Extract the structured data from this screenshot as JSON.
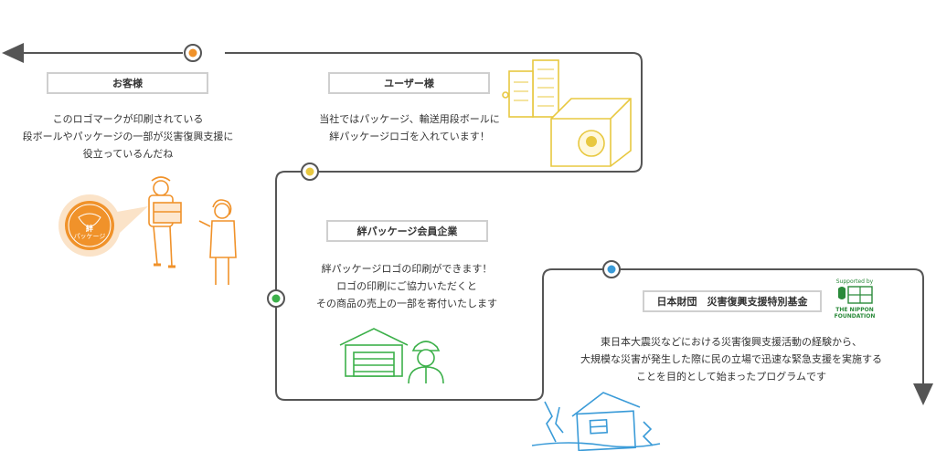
{
  "stages": {
    "customer": {
      "label": "お客様",
      "lines": [
        "このロゴマークが印刷されている",
        "段ボールやパッケージの一部が災害復興支援に",
        "役立っているんだね"
      ],
      "icon": "customer-receiving-package-illustration",
      "color": "#f0922a"
    },
    "user": {
      "label": "ユーザー様",
      "lines": [
        "当社ではパッケージ、輸送用段ボールに",
        "絆パッケージロゴを入れています！"
      ],
      "icon": "building-and-box-illustration",
      "color": "#e8c840"
    },
    "member": {
      "label": "絆パッケージ会員企業",
      "lines": [
        "絆パッケージロゴの印刷ができます！",
        "ロゴの印刷にご協力いただくと",
        "その商品の売上の一部を寄付いたします"
      ],
      "icon": "factory-and-worker-illustration",
      "color": "#3cb04a"
    },
    "foundation": {
      "label": "日本財団　災害復興支援特別基金",
      "lines": [
        "東日本大震災などにおける災害復興支援活動の経験から、",
        "大規模な災害が発生した際に民の立場で迅速な緊急支援を実施する",
        "ことを目的として始まったプログラムです"
      ],
      "icon": "damaged-house-illustration",
      "color": "#3a9bd8"
    }
  },
  "kizuna_logo": {
    "main": "絆",
    "sub": "パッケージ"
  },
  "nippon_foundation": {
    "supported_by": "Supported by",
    "name_line1": "THE NIPPON",
    "name_line2": "FOUNDATION"
  },
  "colors": {
    "flow_line": "#555555",
    "label_border": "#cfcfcf"
  }
}
